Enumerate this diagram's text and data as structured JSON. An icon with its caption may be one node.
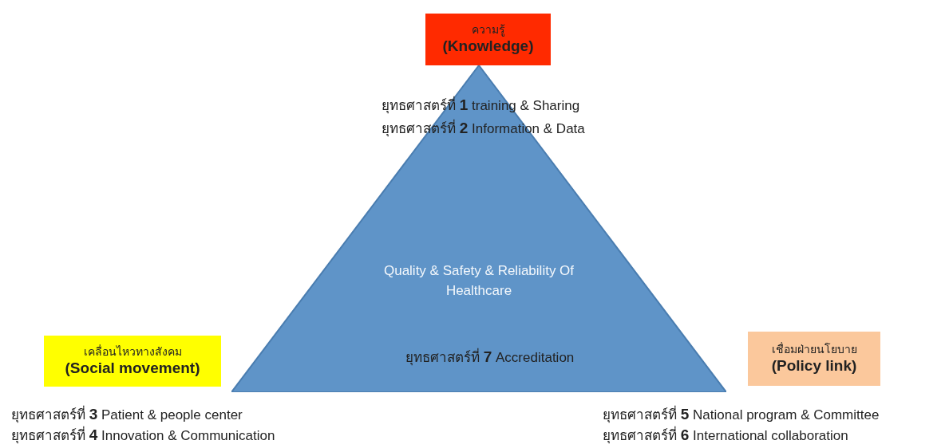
{
  "diagram": {
    "nodes": [
      {
        "text": [
          "ความรู้",
          "(Knowledge)"
        ]
      },
      {
        "text": [
          "Quality & Safety & Reliability Of Healthcare",
          "ยุทธศาสตร์ที่ **7** Accreditation"
        ]
      },
      {
        "text": [
          "เคลื่อนไหวทางสังคม",
          "(Social movement)"
        ]
      },
      {
        "text": [
          "เชื่อมฝ่ายนโยบาย",
          "(Policy link)"
        ]
      }
    ],
    "labels": [
      "ยุทธศาสตร์ที่ **1** training & Sharing",
      "ยุทธศาสตร์ที่ **2** Information & Data",
      "ยุทธศาสตร์ที่ **3** Patient & people center",
      "ยุทธศาสตร์ที่ **4** Innovation & Communication",
      "ยุทธศาสตร์ที่ **5** National program & Committee",
      "ยุทธศาสตร์ที่ **6** International collaboration"
    ]
  }
}
